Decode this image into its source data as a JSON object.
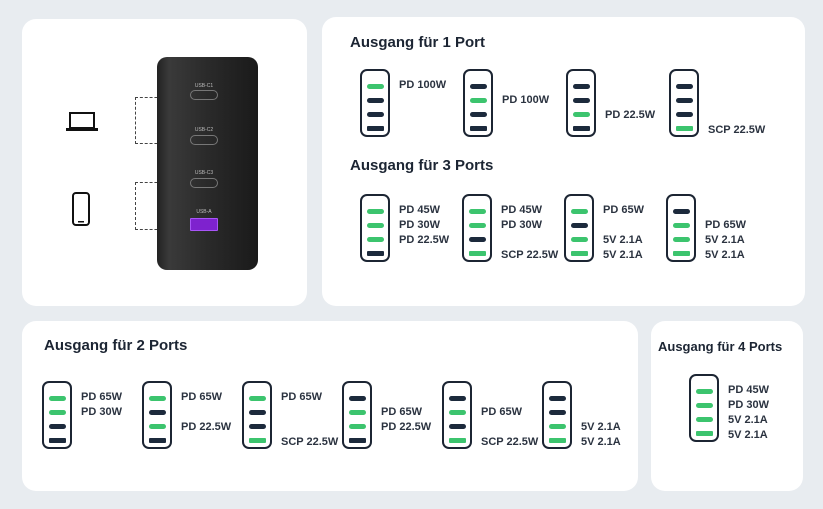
{
  "colors": {
    "on": "#3cc46e",
    "off": "#1c2a3c"
  },
  "device": {
    "ports": [
      "USB-C1",
      "USB-C2",
      "USB-C3",
      "USB-A"
    ],
    "icons": [
      "laptop-icon",
      "phone-icon"
    ]
  },
  "sections": [
    {
      "id": "one",
      "title": "Ausgang für 1 Port",
      "configs": [
        {
          "on": [
            1,
            0,
            0,
            0
          ],
          "labels": [
            "PD 100W",
            "",
            "",
            ""
          ]
        },
        {
          "on": [
            0,
            1,
            0,
            0
          ],
          "labels": [
            "",
            "PD 100W",
            "",
            ""
          ]
        },
        {
          "on": [
            0,
            0,
            1,
            0
          ],
          "labels": [
            "",
            "",
            "PD 22.5W",
            ""
          ]
        },
        {
          "on": [
            0,
            0,
            0,
            1
          ],
          "labels": [
            "",
            "",
            "",
            "SCP 22.5W"
          ]
        }
      ]
    },
    {
      "id": "three",
      "title": "Ausgang für 3 Ports",
      "configs": [
        {
          "on": [
            1,
            1,
            1,
            0
          ],
          "labels": [
            "PD 45W",
            "PD 30W",
            "PD 22.5W",
            ""
          ]
        },
        {
          "on": [
            1,
            1,
            0,
            1
          ],
          "labels": [
            "PD 45W",
            "PD 30W",
            "",
            "SCP 22.5W"
          ]
        },
        {
          "on": [
            1,
            0,
            1,
            1
          ],
          "labels": [
            "PD 65W",
            "",
            "5V 2.1A",
            "5V 2.1A"
          ]
        },
        {
          "on": [
            0,
            1,
            1,
            1
          ],
          "labels": [
            "",
            "PD 65W",
            "5V 2.1A",
            "5V 2.1A"
          ]
        }
      ]
    },
    {
      "id": "two",
      "title": "Ausgang für 2 Ports",
      "configs": [
        {
          "on": [
            1,
            1,
            0,
            0
          ],
          "labels": [
            "PD 65W",
            "PD 30W",
            "",
            ""
          ]
        },
        {
          "on": [
            1,
            0,
            1,
            0
          ],
          "labels": [
            "PD 65W",
            "",
            "PD 22.5W",
            ""
          ]
        },
        {
          "on": [
            1,
            0,
            0,
            1
          ],
          "labels": [
            "PD 65W",
            "",
            "",
            "SCP 22.5W"
          ]
        },
        {
          "on": [
            0,
            1,
            1,
            0
          ],
          "labels": [
            "",
            "PD 65W",
            "PD 22.5W",
            ""
          ]
        },
        {
          "on": [
            0,
            1,
            0,
            1
          ],
          "labels": [
            "",
            "PD 65W",
            "",
            "SCP 22.5W"
          ]
        },
        {
          "on": [
            0,
            0,
            1,
            1
          ],
          "labels": [
            "",
            "",
            "5V 2.1A",
            "5V 2.1A"
          ]
        }
      ]
    },
    {
      "id": "four",
      "title": "Ausgang für 4 Ports",
      "configs": [
        {
          "on": [
            1,
            1,
            1,
            1
          ],
          "labels": [
            "PD 45W",
            "PD 30W",
            "5V 2.1A",
            "5V 2.1A"
          ]
        }
      ]
    }
  ]
}
